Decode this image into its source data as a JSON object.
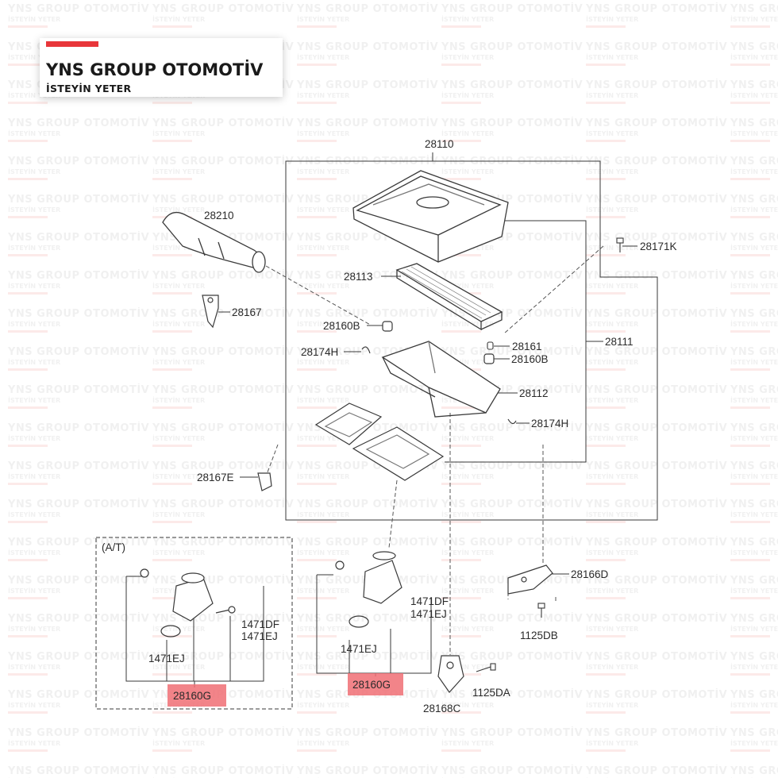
{
  "logo": {
    "name": "YNS GROUP OTOMOTİV",
    "slogan": "İSTEYİN YETER",
    "accent_color": "#e8363a"
  },
  "watermark": {
    "line1": "YNS GROUP OTOMOTİV",
    "line2": "İSTEYİN YETER"
  },
  "diagram": {
    "parts": {
      "p28110": "28110",
      "p28210": "28210",
      "p28171K": "28171K",
      "p28113": "28113",
      "p28167": "28167",
      "p28160B_l": "28160B",
      "p28174H_l": "28174H",
      "p28161": "28161",
      "p28160B_r": "28160B",
      "p28111": "28111",
      "p28112": "28112",
      "p28174H_r": "28174H",
      "p28167E": "28167E",
      "at_box": "(A/T)",
      "p1471DF_l": "1471DF",
      "p1471EJ_l1": "1471EJ",
      "p1471EJ_l2": "1471EJ",
      "p28160G_l": "28160G",
      "p1471DF_r": "1471DF",
      "p1471EJ_r1": "1471EJ",
      "p1471EJ_r2": "1471EJ",
      "p28160G_r": "28160G",
      "p28166D": "28166D",
      "p1125DB": "1125DB",
      "p1125DA": "1125DA",
      "p28168C": "28168C"
    },
    "highlight_color": "#f06f74"
  }
}
